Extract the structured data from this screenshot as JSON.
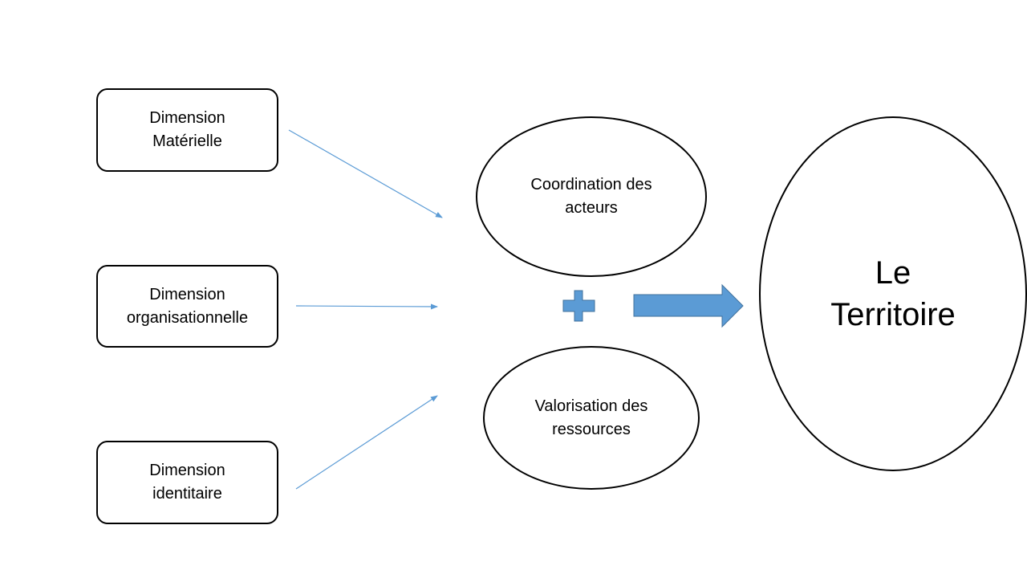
{
  "dimensions": {
    "materielle": "Dimension\nMatérielle",
    "organisationnelle": "Dimension\norganisationnelle",
    "identitaire": "Dimension\nidentitaire"
  },
  "processes": {
    "coordination": "Coordination des\nacteurs",
    "valorisation": "Valorisation des\nressources"
  },
  "result": {
    "territoire": "Le\nTerritoire"
  },
  "operator": "plus",
  "colors": {
    "connector": "#5b9bd5",
    "shape_fill": "#5b9bd5",
    "shape_stroke": "#41719c",
    "outline": "#000000",
    "background": "#ffffff"
  },
  "icons": {
    "plus": "plus-icon",
    "result_arrow": "block-arrow-right-icon"
  }
}
